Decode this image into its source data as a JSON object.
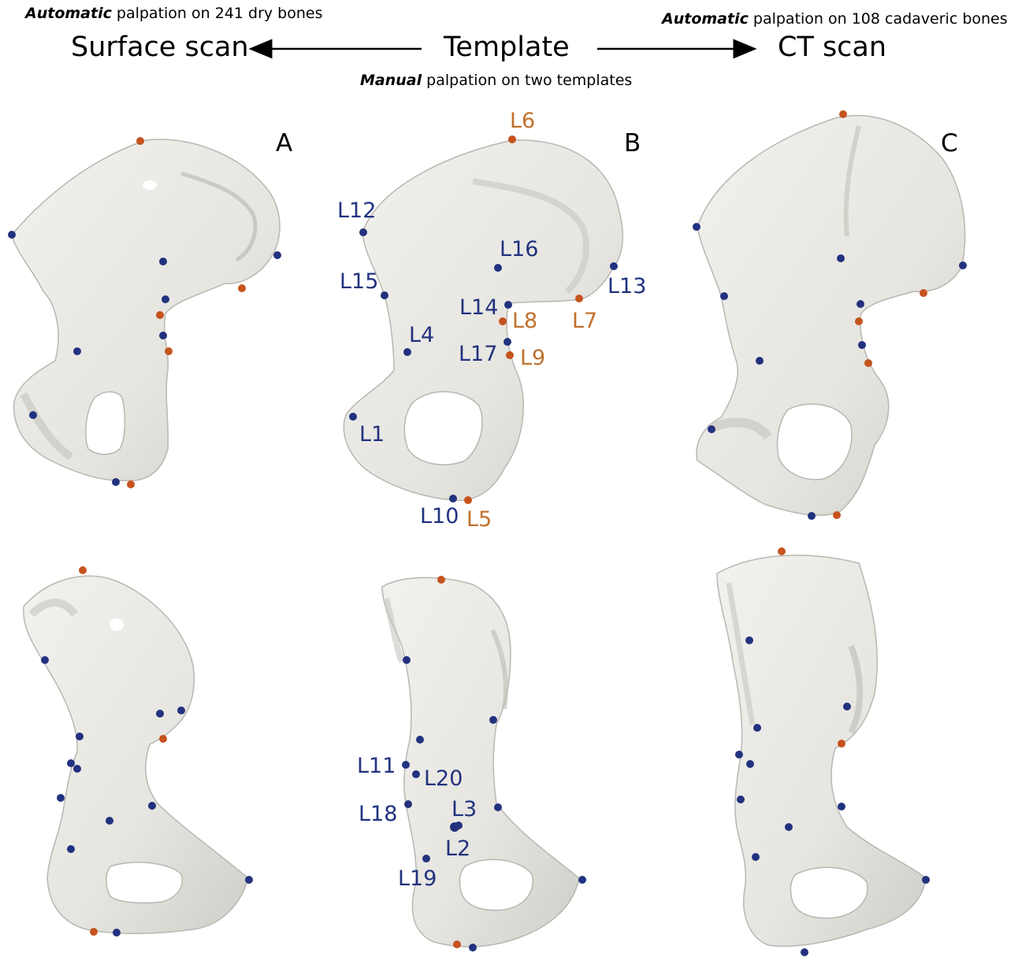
{
  "header": {
    "left_note": {
      "emph": "Automatic",
      "rest": " palpation on 241 dry bones"
    },
    "right_note": {
      "emph": "Automatic",
      "rest": " palpation on 108 cadaveric bones"
    },
    "bottom_note": {
      "emph": "Manual",
      "rest": " palpation on two templates"
    },
    "left_title": "Surface scan",
    "center_title": "Template",
    "right_title": "CT scan"
  },
  "panels": [
    "A",
    "B",
    "C"
  ],
  "landmark_labels": {
    "L1": "L1",
    "L2": "L2",
    "L3": "L3",
    "L4": "L4",
    "L5": "L5",
    "L6": "L6",
    "L7": "L7",
    "L8": "L8",
    "L9": "L9",
    "L10": "L10",
    "L11": "L11",
    "L12": "L12",
    "L13": "L13",
    "L14": "L14",
    "L15": "L15",
    "L16": "L16",
    "L17": "L17",
    "L18": "L18",
    "L19": "L19",
    "L20": "L20"
  },
  "colors": {
    "landmark_blue": "#22327f",
    "landmark_orange": "#c6531d",
    "bone_fill": "#e9e8e3",
    "bone_shade": "#c9c8c2"
  }
}
